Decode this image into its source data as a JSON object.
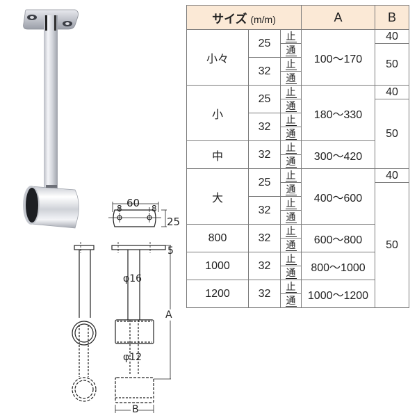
{
  "product_photo": {
    "alt": "Chrome ceiling-mount pipe hanger with T-shaped base plate, vertical rod and cylindrical pipe holder"
  },
  "dimensions": {
    "plate_width": "60",
    "hole_offset_left": "8",
    "hole_offset_right": "8",
    "plate_depth": "25",
    "plate_thickness": "5",
    "rod_upper_diameter": "φ16",
    "rod_lower_diameter": "φ12",
    "length_label": "A",
    "holder_width_label": "B"
  },
  "table": {
    "header": {
      "size": "サイズ",
      "unit": "(m/m)",
      "a": "A",
      "b": "B"
    },
    "stop_label": "止",
    "through_label": "通",
    "rows": [
      {
        "size": "小々",
        "pipes": [
          "25",
          "32"
        ],
        "a": "100〜170",
        "b": [
          "40",
          "50"
        ]
      },
      {
        "size": "小",
        "pipes": [
          "25",
          "32"
        ],
        "a": "180〜330",
        "b": [
          "40",
          "50"
        ]
      },
      {
        "size": "中",
        "pipes": [
          "32"
        ],
        "a": "300〜420"
      },
      {
        "size": "大",
        "pipes": [
          "25",
          "32"
        ],
        "a": "400〜600",
        "b": [
          "40",
          "50"
        ]
      },
      {
        "size": "800",
        "pipes": [
          "32"
        ],
        "a": "600〜800"
      },
      {
        "size": "1000",
        "pipes": [
          "32"
        ],
        "a": "800〜1000"
      },
      {
        "size": "1200",
        "pipes": [
          "32"
        ],
        "a": "1000〜1200"
      }
    ]
  }
}
